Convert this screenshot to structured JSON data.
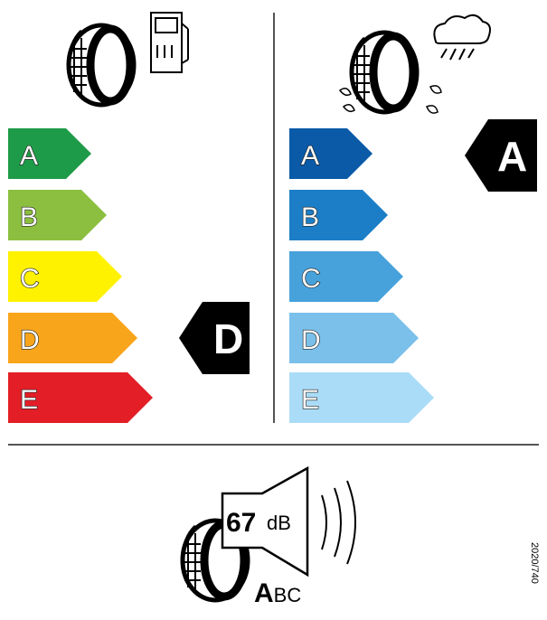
{
  "fuel": {
    "classes": [
      "A",
      "B",
      "C",
      "D",
      "E"
    ],
    "colors": [
      "#1e9b48",
      "#8cbf3f",
      "#fff200",
      "#f8a51b",
      "#e31e26"
    ],
    "rating": "D",
    "icon": "fuel-pump-icon"
  },
  "wet_grip": {
    "classes": [
      "A",
      "B",
      "C",
      "D",
      "E"
    ],
    "colors": [
      "#0a5aa8",
      "#1c7ec6",
      "#47a2dc",
      "#7ac0ea",
      "#aadcf7"
    ],
    "rating": "A",
    "icon": "rain-cloud-icon"
  },
  "noise": {
    "value": "67",
    "unit": "dB",
    "class_highlight": "A",
    "class_rest": "BC",
    "icon": "speaker-icon"
  },
  "regulation": "2020/740"
}
